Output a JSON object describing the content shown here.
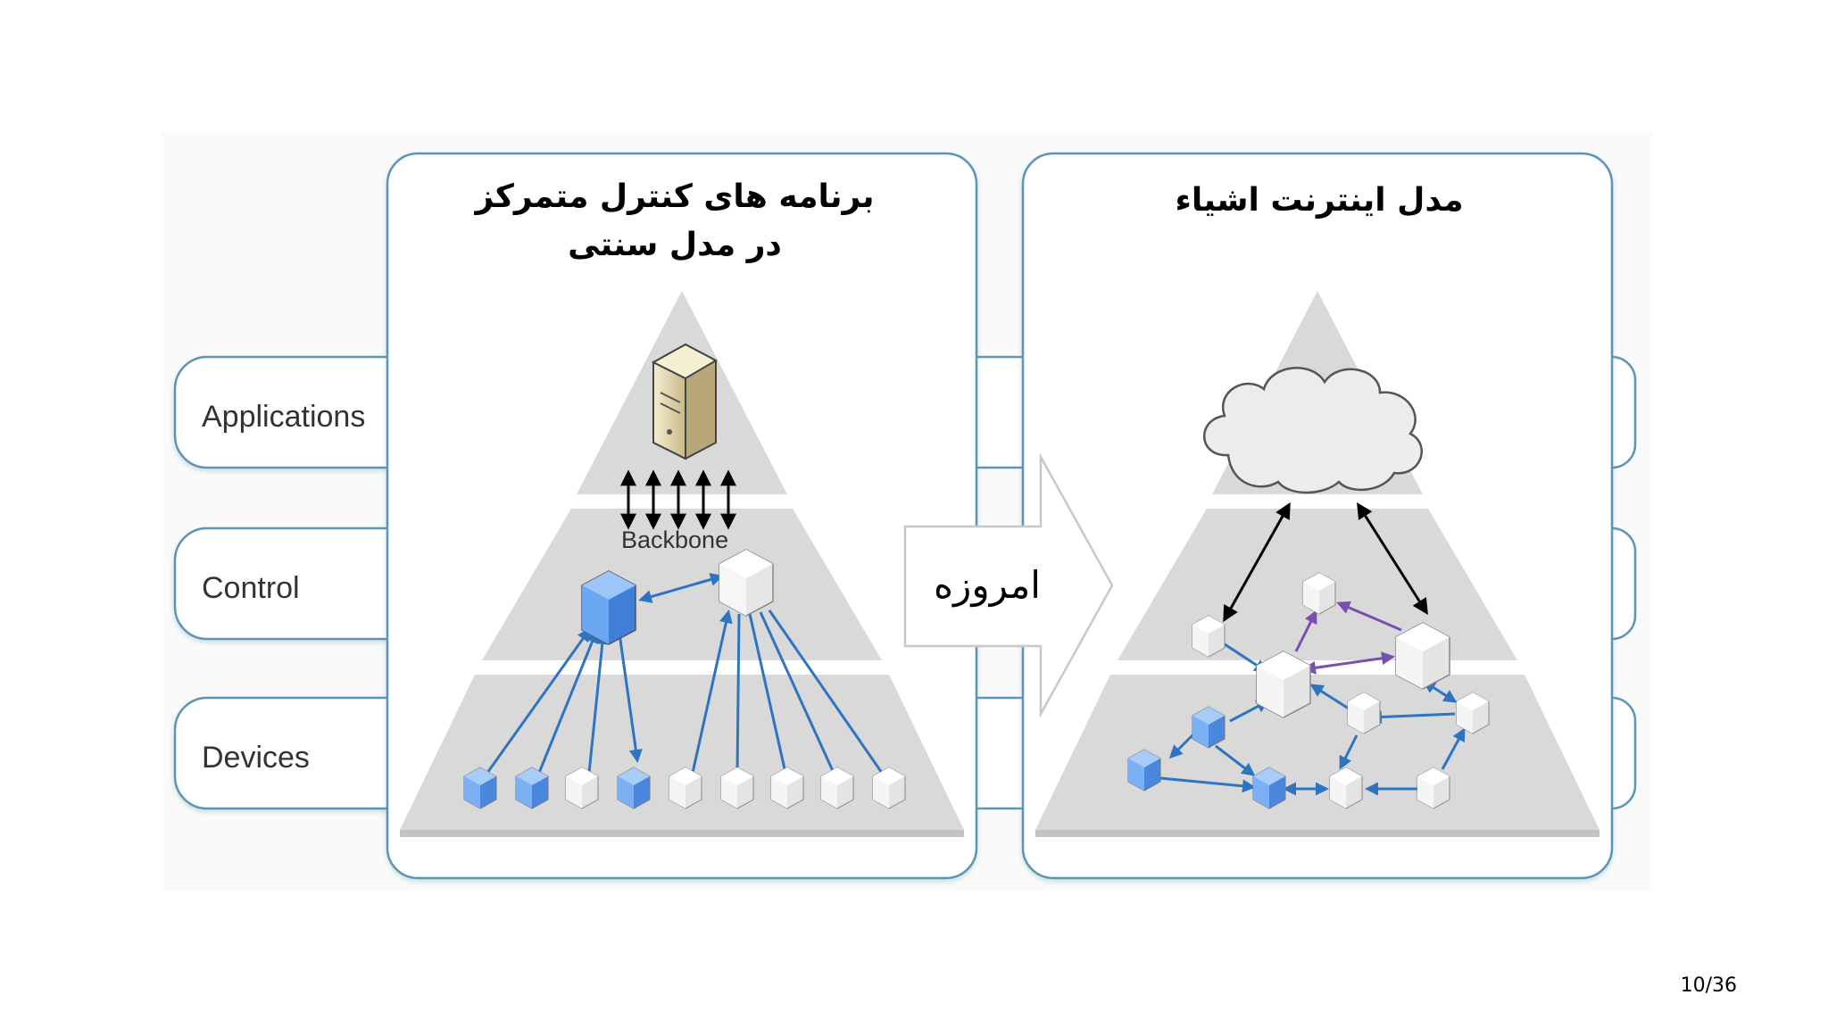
{
  "layers": {
    "applications": "Applications",
    "control": "Control",
    "devices": "Devices"
  },
  "left_panel": {
    "title_line1": "برنامه های کنترل متمرکز",
    "title_line2": "در مدل سنتی",
    "backbone_label": "Backbone"
  },
  "right_panel": {
    "title": "مدل اینترنت اشیاء"
  },
  "arrow_label": "امروزه",
  "page_number": "10/36",
  "colors": {
    "panel_border": "#5a95b5",
    "pyramid": "#d9d9d9",
    "blue_node": "#5b9bf0",
    "link_blue": "#2e74c0",
    "link_purple": "#7b4fb0"
  }
}
